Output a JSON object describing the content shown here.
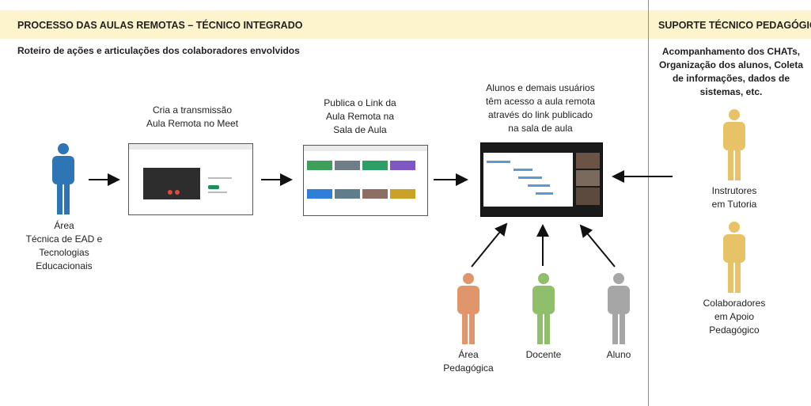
{
  "header": {
    "title": "PROCESSO DAS AULAS REMOTAS  – TÉCNICO INTEGRADO",
    "support_title": "SUPORTE TÉCNICO PEDAGÓGICO"
  },
  "subtitle": "Roteiro de ações e articulações dos colaboradores envolvidos",
  "support": {
    "description": [
      "Acompanhamento dos CHATs,",
      "Organização dos alunos, Coleta",
      "de informações, dados de",
      "sistemas, etc."
    ],
    "instrutores": [
      "Instrutores",
      "em Tutoria"
    ],
    "colaboradores": [
      "Colaboradores",
      "em Apoio",
      "Pedagógico"
    ]
  },
  "steps": {
    "ead": [
      "Área",
      "Técnica de EAD e",
      "Tecnologias",
      "Educacionais"
    ],
    "meet": [
      "Cria a  transmissão",
      "Aula Remota no Meet"
    ],
    "publica": [
      "Publica o Link da",
      "Aula Remota na",
      "Sala de Aula"
    ],
    "alunos": [
      "Alunos e demais usuários",
      "têm acesso a aula remota",
      "através do link publicado",
      "na sala de aula"
    ]
  },
  "participants": {
    "pedagogica": [
      "Área",
      "Pedagógica"
    ],
    "docente": [
      "Docente"
    ],
    "aluno": [
      "Aluno"
    ]
  },
  "colors": {
    "header_band": "#fdf3cc",
    "divider": "#5b9bd5",
    "person_blue": "#2e75b6",
    "person_yellow": "#e8c266",
    "person_orange": "#e0956a",
    "person_green": "#8fbf6a",
    "person_gray": "#a6a6a6",
    "arrow": "#111111"
  }
}
